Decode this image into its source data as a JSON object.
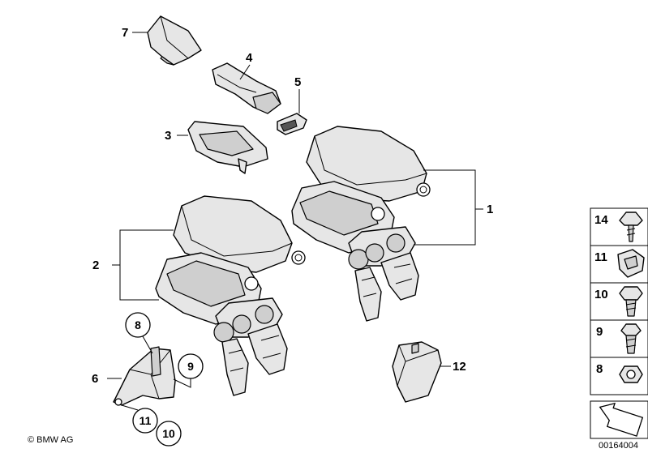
{
  "callouts": {
    "p1": "1",
    "p2": "2",
    "p3": "3",
    "p4": "4",
    "p5": "5",
    "p6": "6",
    "p7": "7",
    "p8": "8",
    "p9": "9",
    "p10": "10",
    "p11": "11",
    "p12": "12"
  },
  "legend": [
    "14",
    "11",
    "10",
    "9",
    "8"
  ],
  "copyright": "© BMW AG",
  "diagram_id": "00164004"
}
